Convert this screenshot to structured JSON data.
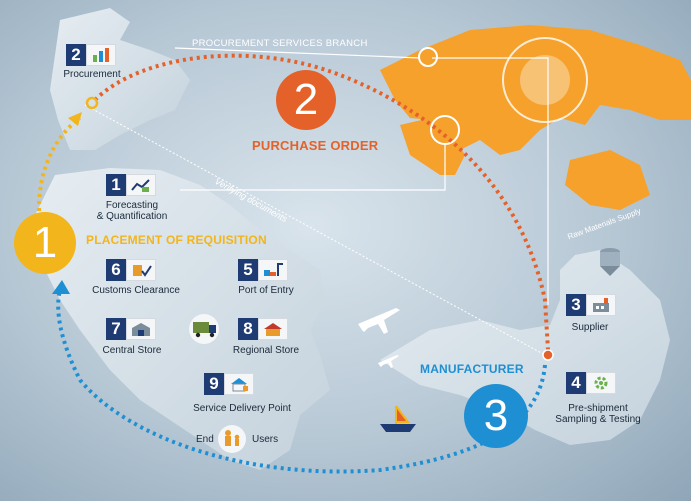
{
  "stages": {
    "one": {
      "number": "1",
      "label": "PLACEMENT OF REQUISITION",
      "color": "#f2b51c"
    },
    "two": {
      "number": "2",
      "label": "PURCHASE ORDER",
      "color": "#e4622a"
    },
    "three": {
      "number": "3",
      "label": "MANUFACTURER",
      "color": "#1f8fd3"
    }
  },
  "branch_label": "PROCUREMENT SERVICES BRANCH",
  "verifying_label": "Verifying documents",
  "raw_materials_label": "Raw Materials Supply",
  "steps": [
    {
      "num": "2",
      "label": "Procurement",
      "icon": "chart-icon"
    },
    {
      "num": "1",
      "label": "Forecasting\n& Quantification",
      "icon": "line-chart-icon"
    },
    {
      "num": "6",
      "label": "Customs Clearance",
      "icon": "customs-icon"
    },
    {
      "num": "5",
      "label": "Port of Entry",
      "icon": "port-icon"
    },
    {
      "num": "7",
      "label": "Central Store",
      "icon": "warehouse-icon"
    },
    {
      "num": "8",
      "label": "Regional Store",
      "icon": "store-icon"
    },
    {
      "num": "9",
      "label": "Service Delivery Point",
      "icon": "house-icon"
    },
    {
      "num": "3",
      "label": "Supplier",
      "icon": "factory-icon"
    },
    {
      "num": "4",
      "label": "Pre-shipment\nSampling & Testing",
      "icon": "gear-icon"
    }
  ],
  "end_users": {
    "left": "End",
    "right": "Users"
  },
  "colors": {
    "land": "#d2dde5",
    "asia": "#f5a12c",
    "navy": "#1f3b73"
  }
}
